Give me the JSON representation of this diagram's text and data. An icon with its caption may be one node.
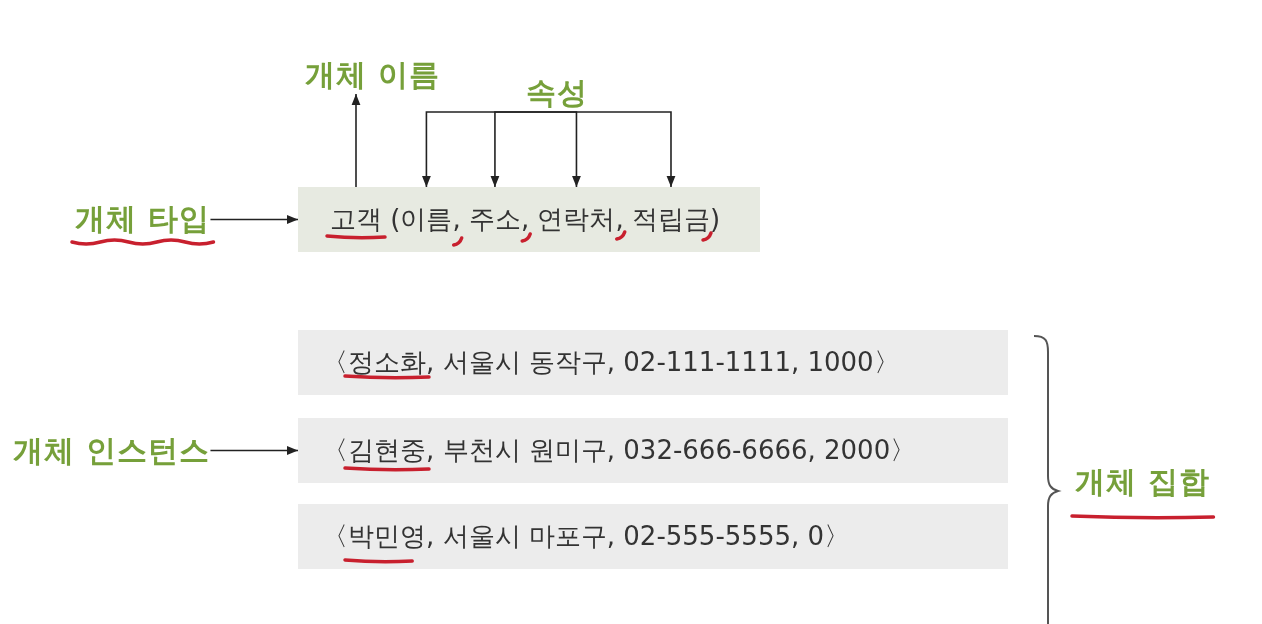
{
  "diagram": {
    "nodes": [
      {
        "text": [
          "개체 이름"
        ]
      },
      {
        "text": [
          "속성"
        ]
      },
      {
        "text": [
          "개체 타입"
        ]
      },
      {
        "text": [
          "고객 (이름, 주소, 연락처, 적립금)"
        ]
      },
      {
        "text": [
          "〈정소화, 서울시 동작구, 02-111-1111, 1000〉"
        ]
      },
      {
        "text": [
          "개체 인스턴스"
        ]
      },
      {
        "text": [
          "〈김현중, 부천시 원미구, 032-666-6666, 2000〉"
        ]
      },
      {
        "text": [
          "〈박민영, 서울시 마포구, 02-555-5555, 0〉"
        ]
      }
    ],
    "edges": [
      {
        "from": 3,
        "to": 0,
        "arrow": "to"
      },
      {
        "from": 1,
        "to": 3,
        "arrow": "to"
      },
      {
        "from": 1,
        "to": 3,
        "arrow": "to"
      },
      {
        "from": 1,
        "to": 3,
        "arrow": "to"
      },
      {
        "from": 1,
        "to": 3,
        "arrow": "to"
      },
      {
        "from": 2,
        "to": 3,
        "arrow": "to"
      },
      {
        "from": 5,
        "to": 6,
        "arrow": "to"
      }
    ],
    "labels": [
      "개체 집합"
    ]
  }
}
